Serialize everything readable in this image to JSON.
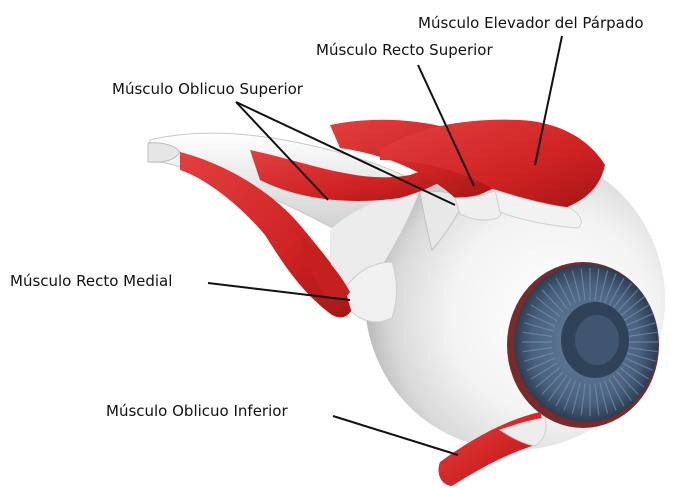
{
  "labels": {
    "elevador_parpado": "Músculo Elevador del Párpado",
    "recto_superior": "Músculo Recto Superior",
    "oblicuo_superior": "Músculo Oblicuo Superior",
    "recto_medial": "Músculo Recto Medial",
    "oblicuo_inferior": "Músculo Oblicuo Inferior"
  },
  "colors": {
    "muscle": "#d42a2a",
    "muscle_dark": "#a81818",
    "tendon": "#f2f2f2",
    "sclera": "#f4f4f4",
    "iris": "#4d6683",
    "pupil": "#2f4258",
    "leader_line": "#111111"
  }
}
